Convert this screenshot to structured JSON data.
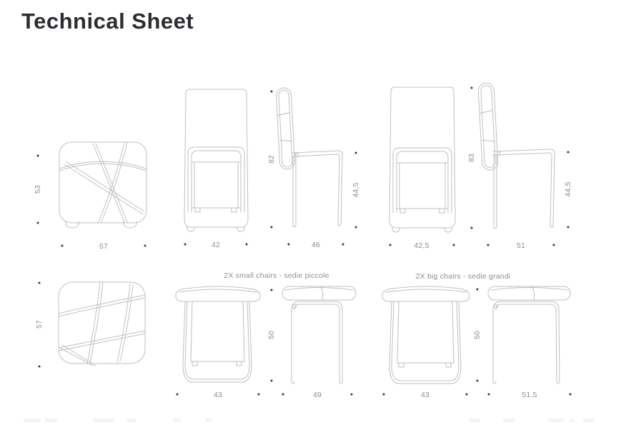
{
  "page": {
    "title": "Technical Sheet"
  },
  "groups": {
    "small_chairs_label": "2X small chairs - sedie piccole",
    "big_chairs_label": "2X big chairs - sedie grandi"
  },
  "figures": {
    "pouf_front": {
      "height": "53",
      "width": "57"
    },
    "small_chair_front": {
      "width": "42"
    },
    "small_chair_side": {
      "overall_height": "82",
      "depth": "46",
      "seat_height": "44,5"
    },
    "big_chair_front": {
      "width": "42,5"
    },
    "big_chair_side": {
      "overall_height": "83",
      "depth": "51",
      "seat_height": "44,5"
    },
    "pouf_top": {
      "width": "57"
    },
    "small_stool_front": {
      "width": "43"
    },
    "small_stool_side": {
      "seat_height": "50",
      "depth": "49"
    },
    "big_stool_front": {
      "width": "43"
    },
    "big_stool_side": {
      "seat_height": "50",
      "depth": "51,5"
    }
  },
  "colors": {
    "line": "#bcbfc2",
    "dimension_text": "#8b8e91",
    "dot": "#3b3b3b",
    "title": "#2b2d30"
  }
}
